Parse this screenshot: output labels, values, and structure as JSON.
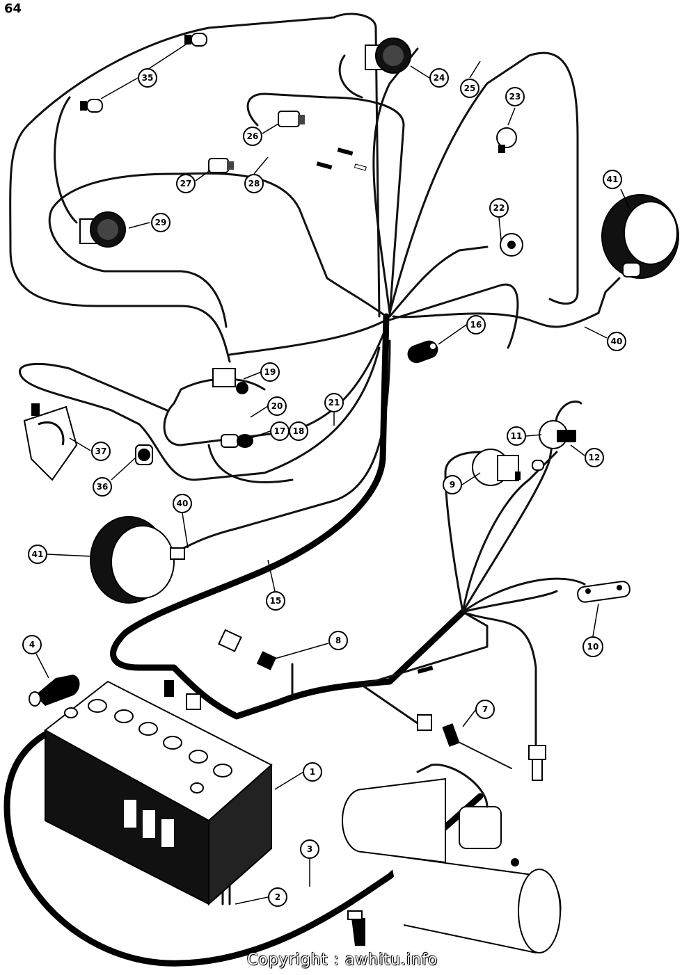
{
  "page_number": "64",
  "watermark": "Copyright : awhitu.info",
  "callouts": [
    {
      "label": "1"
    },
    {
      "label": "2"
    },
    {
      "label": "3"
    },
    {
      "label": "4"
    },
    {
      "label": "7"
    },
    {
      "label": "8"
    },
    {
      "label": "9"
    },
    {
      "label": "10"
    },
    {
      "label": "11"
    },
    {
      "label": "12"
    },
    {
      "label": "15"
    },
    {
      "label": "16"
    },
    {
      "label": "17"
    },
    {
      "label": "18"
    },
    {
      "label": "19"
    },
    {
      "label": "20"
    },
    {
      "label": "21"
    },
    {
      "label": "22"
    },
    {
      "label": "23"
    },
    {
      "label": "24"
    },
    {
      "label": "25"
    },
    {
      "label": "26"
    },
    {
      "label": "27"
    },
    {
      "label": "28"
    },
    {
      "label": "29"
    },
    {
      "label": "35"
    },
    {
      "label": "36"
    },
    {
      "label": "37"
    },
    {
      "label": "40"
    },
    {
      "label": "40"
    },
    {
      "label": "41"
    },
    {
      "label": "41"
    }
  ]
}
